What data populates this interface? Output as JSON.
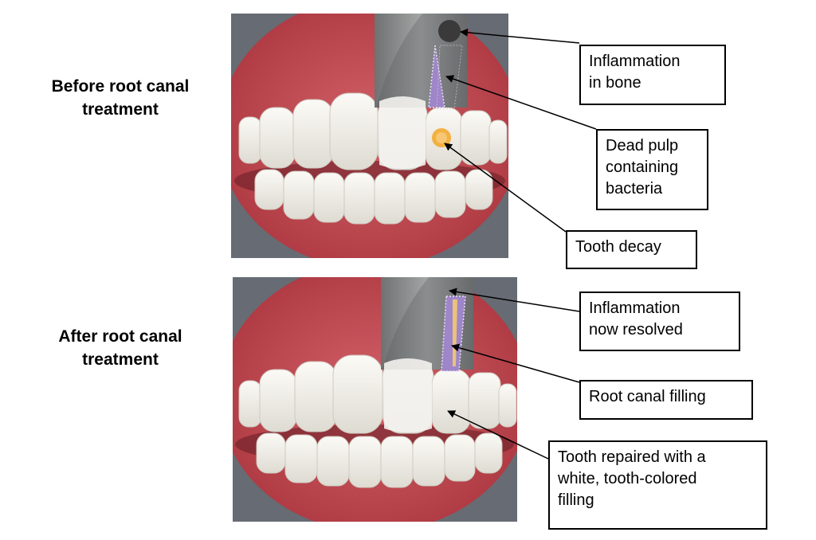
{
  "before": {
    "label": "Before root canal\ntreatment",
    "callouts": {
      "bone": "Inflammation\nin bone",
      "pulp": "Dead pulp\ncontaining\nbacteria",
      "decay": "Tooth decay"
    }
  },
  "after": {
    "label": "After root canal\ntreatment",
    "callouts": {
      "resolved": "Inflammation\nnow resolved",
      "filling": "Root canal filling",
      "repaired": "Tooth repaired with a\nwhite, tooth-colored\nfilling"
    }
  },
  "colors": {
    "gum": "#c4464f",
    "tooth": "#f1efe9",
    "xray": "#8d8f90",
    "pulp": "#9f86c9",
    "decay": "#f4b040",
    "root_filling": "#eac27a",
    "lesion": "#3c3c3c"
  }
}
